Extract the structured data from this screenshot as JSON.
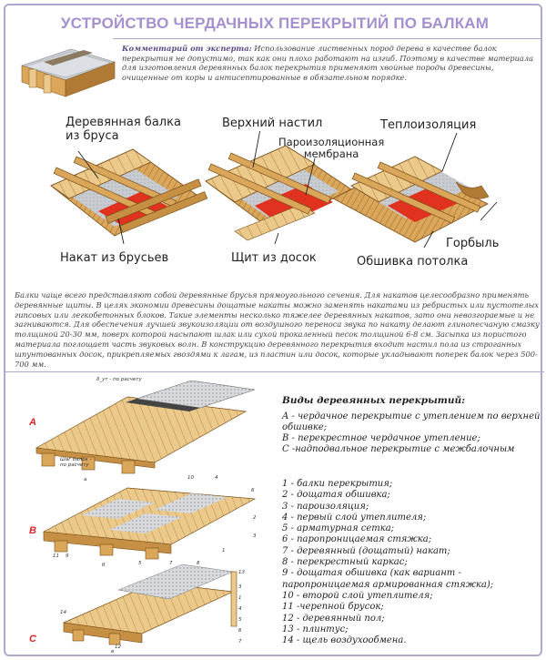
{
  "header": {
    "title": "УСТРОЙСТВО ЧЕРДАЧНЫХ ПЕРЕКРЫТИЙ ПО БАЛКАМ",
    "expert_label": "Комментарий от эксперта:",
    "expert_text": " Использование лиственных пород дерева в качестве балок перекрытия не допустимо, так как они плохо работают на изгиб. Поэтому в качестве материала для изготовления деревянных балок перекрытия применяют хвойные породы древесины, очищенные от коры и антисептированные в обязательном порядке."
  },
  "illustration": {
    "labels": {
      "beam": "Деревянная балка\nиз бруса",
      "top_floor": "Верхний настил",
      "insulation": "Теплоизоляция",
      "vapor": "Пароизоляционная\nмембрана",
      "nakat": "Накат из брусьев",
      "shield": "Щит из досок",
      "ceiling": "Обшивка потолка",
      "gorbyl": "Горбыль"
    }
  },
  "body_text": "Балки чаще всего представляют собой деревянные брусья прямоугольного сечения. Для накатов целесообразно применять деревянные щиты. В целях экономии древесины дощатые накаты можно заменять накатами из ребристых или пустотелых гипсовых или легкобетонных блоков. Такие элементы несколько тяжелее деревянных накатов, зато они невозгораемые и не загниваются. Для обеспечения лучшей звукоизоляции от воздушного переноса звука по накату делают глинопесчаную смазку толщиной 20-30 мм, поверх которой насыпают шлак или сухой прокаленный песок толщиной 6-8 см. Засыпка из пористого материала поглощает часть звуковых волн. В конструкцию деревянного перекрытия входит настил пола из строганных шпунтованных досок, прикрепляемых гвоздями к лагам, из пластин или досок, которые укладывают поперек балок через 500-700 мм.",
  "drawings": {
    "letters": [
      "A",
      "B",
      "C"
    ],
    "sub": [
      "а",
      "б",
      "в"
    ],
    "captions": {
      "a_top": "δ_ут - по расчету",
      "a_step": "Шаг балок -\nпо расчету"
    },
    "nums_b": [
      "10",
      "4",
      "6",
      "2",
      "3",
      "1",
      "11",
      "9",
      "5",
      "7",
      "8"
    ],
    "nums_c": [
      "13",
      "14",
      "12",
      "3",
      "1",
      "4",
      "5",
      "6",
      "7"
    ]
  },
  "types": {
    "heading": "Виды деревянных перекрытий:",
    "items": [
      "A - чердачное перекрытие с утеплением по верхней обшивке;",
      "B - перекрестное чердачное утепление;",
      "C -надподвальное перекрытие с межбалочным"
    ]
  },
  "legend": [
    "1 - балки перекрытия;",
    "2 - дощатая обшивка;",
    "3 - пароизоляция;",
    "4 - первый слой утеплителя;",
    "5 - арматурная сетка;",
    "6 - паропроницаемая стяжка;",
    "7 - деревянный (дощатый) накат;",
    "8 - перекрестный каркас;",
    "9 - дощатая обшивка (как вариант - паропроницаемая армированная стяжка);",
    "10 - второй слой утеплителя;",
    "11 -черепной брусок;",
    "12 - деревянный пол;",
    "13 - плинтус;",
    "14 - щель воздухообмена."
  ],
  "colors": {
    "accent": "#a58fcf",
    "frame": "#b3a7d1",
    "letter": "#d8252b",
    "wood_light": "#eac98a",
    "wood_mid": "#d9a65a",
    "wood_dark": "#b07a34",
    "membrane": "#e0321f",
    "insulation": "#c8cbd0"
  }
}
